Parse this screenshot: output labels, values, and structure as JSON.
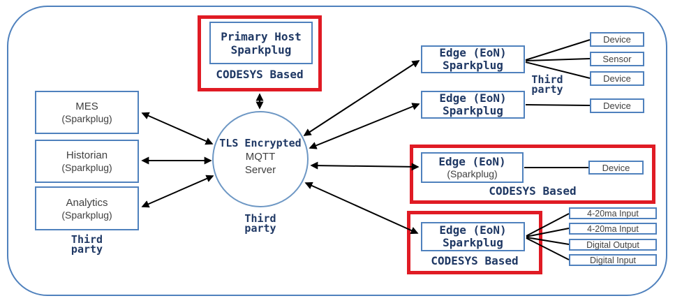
{
  "colors": {
    "node_border": "#4f81bd",
    "highlight_red": "#e01b24",
    "navy_text": "#1f3864",
    "gray_text": "#3f3f3f",
    "arrow": "#000000"
  },
  "primary_host": {
    "lines": [
      "Primary Host",
      "Sparkplug"
    ],
    "caption": "CODESYS Based"
  },
  "broker": {
    "title": "TLS Encrypted",
    "lines": [
      "MQTT",
      "Server"
    ],
    "caption": [
      "Third",
      "party"
    ]
  },
  "left_apps": [
    {
      "title": "MES",
      "subtitle": "(Sparkplug)"
    },
    {
      "title": "Historian",
      "subtitle": "(Sparkplug)"
    },
    {
      "title": "Analytics",
      "subtitle": "(Sparkplug)"
    }
  ],
  "left_caption": [
    "Third",
    "party"
  ],
  "edge_nodes": [
    {
      "lines": [
        "Edge (EoN)",
        "Sparkplug"
      ]
    },
    {
      "lines": [
        "Edge (EoN)",
        "Sparkplug"
      ]
    },
    {
      "lines": [
        "Edge (EoN)",
        "(Sparkplug)"
      ],
      "caption": "CODESYS Based"
    },
    {
      "lines": [
        "Edge (EoN)",
        "Sparkplug"
      ],
      "caption": "CODESYS Based"
    }
  ],
  "right_caption": [
    "Third",
    "party"
  ],
  "top_devices": [
    "Device",
    "Sensor",
    "Device"
  ],
  "edge2_device": "Device",
  "edge3_device": "Device",
  "io_modules": [
    "4-20ma Input",
    "4-20ma Input",
    "Digital Output",
    "Digital Input"
  ]
}
